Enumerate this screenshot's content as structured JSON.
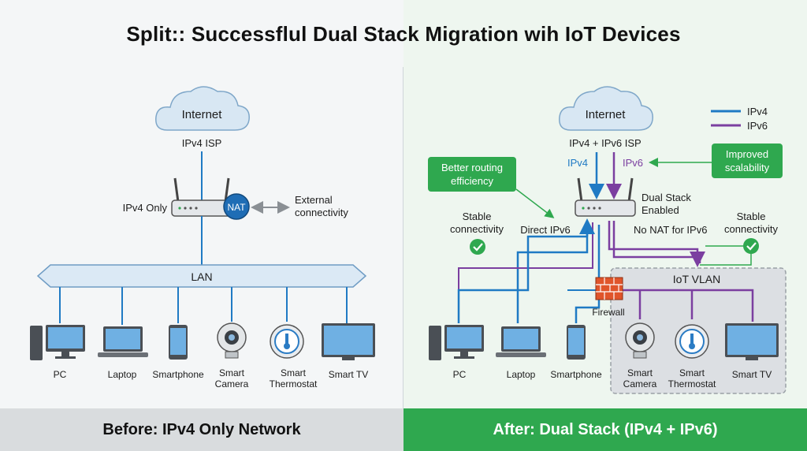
{
  "title": "Split:: Successflul Dual Stack Migration wih IoT Devices",
  "before": {
    "footer": "Before: IPv4 Only Network",
    "cloud": "Internet",
    "isp": "IPv4 ISP",
    "router_label": "IPv4 Only",
    "nat": "NAT",
    "external": [
      "External",
      "connectivity"
    ],
    "lan": "LAN",
    "devices": [
      "PC",
      "Laptop",
      "Smartphone",
      "Smart\nCamera",
      "Smart\nThermostat",
      "Smart TV"
    ]
  },
  "after": {
    "footer": "After: Dual Stack (IPv4 + IPv6)",
    "cloud": "Internet",
    "isp": "IPv4 + IPv6 ISP",
    "ipv4_tag": "IPv4",
    "ipv6_tag": "IPv6",
    "router_label": [
      "Dual Stack",
      "Enabled"
    ],
    "legend": [
      {
        "name": "IPv4",
        "color": "#1f7ac4"
      },
      {
        "name": "IPv6",
        "color": "#7b3fa0"
      }
    ],
    "callout_left": [
      "Better routing",
      "efficiency"
    ],
    "callout_right": [
      "Improved",
      "scalability"
    ],
    "stable_left": [
      "Stable",
      "connectivity"
    ],
    "stable_right": [
      "Stable",
      "connectivity"
    ],
    "direct_ipv6": "Direct IPv6",
    "no_nat": "No NAT for IPv6",
    "iot_vlan": "IoT VLAN",
    "firewall": "Firewall",
    "devices": [
      "PC",
      "Laptop",
      "Smartphone",
      "Smart\nCamera",
      "Smart\nThermostat",
      "Smart TV"
    ]
  },
  "colors": {
    "ipv4": "#1f7ac4",
    "ipv6": "#7b3fa0",
    "green": "#2fa84f",
    "cloud": "#d8e7f3"
  }
}
